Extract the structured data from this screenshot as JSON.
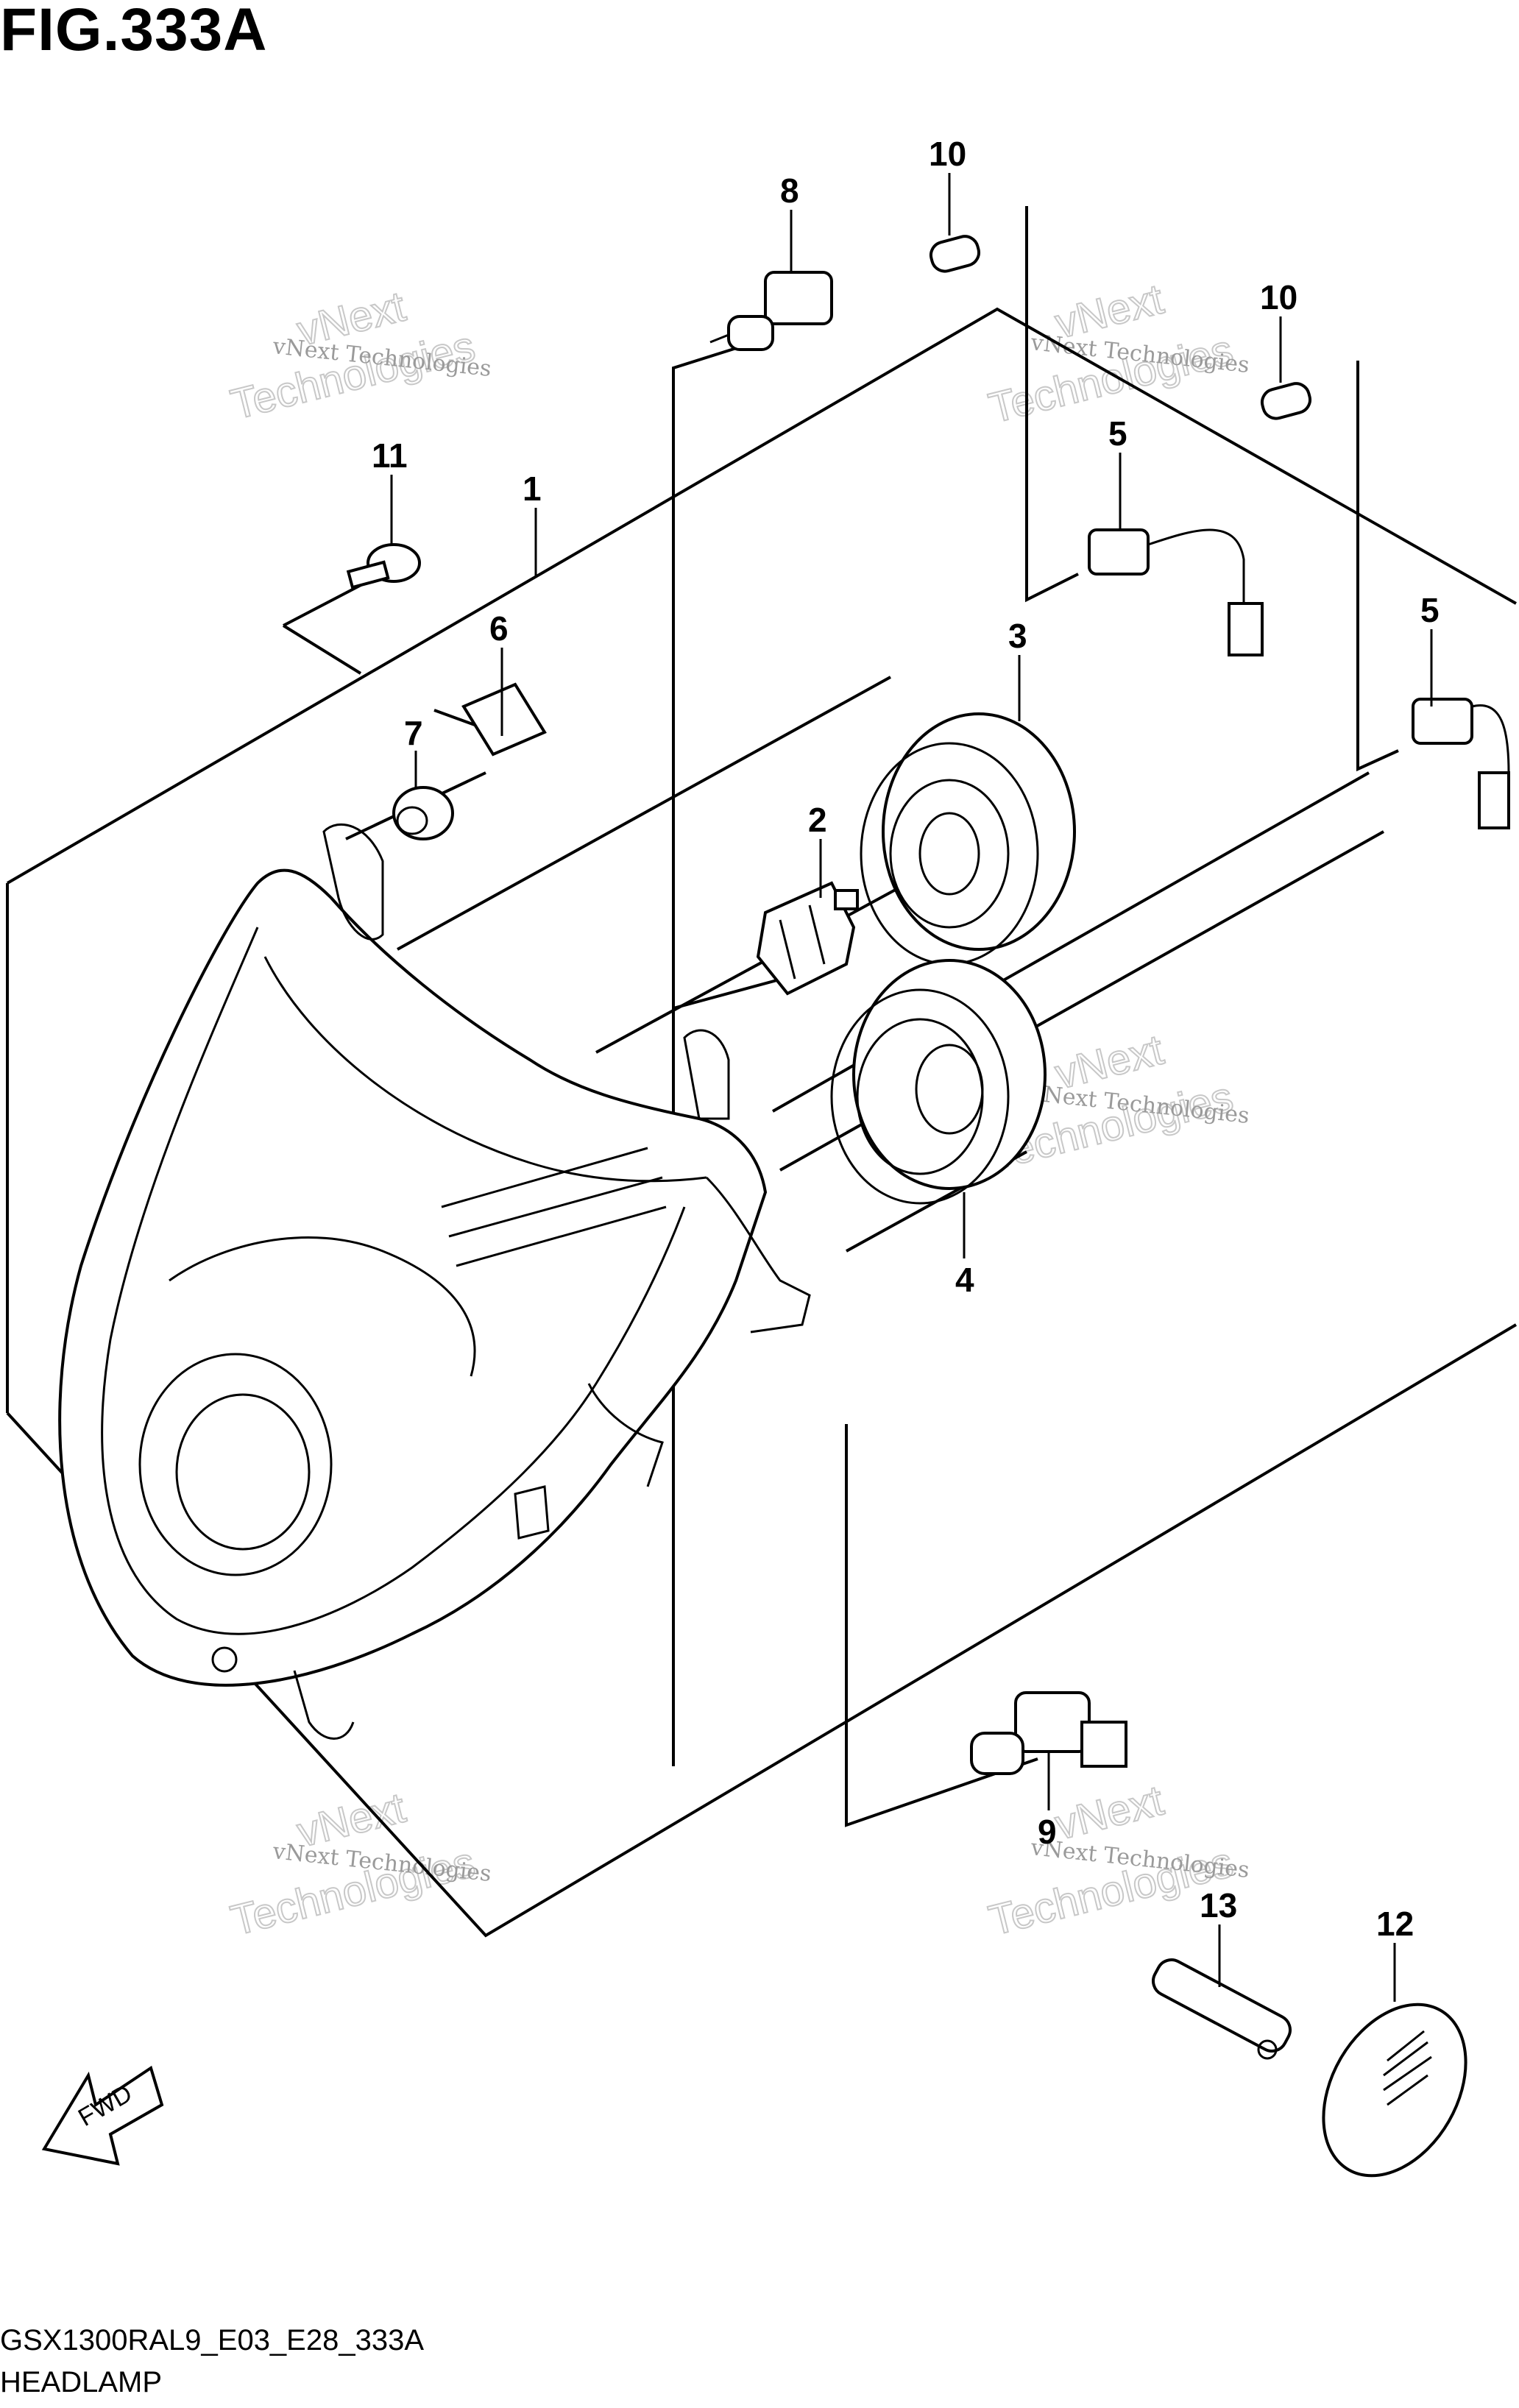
{
  "figure": {
    "title": "FIG.333A"
  },
  "footer": {
    "code": "GSX1300RAL9_E03_E28_333A",
    "name": "HEADLAMP"
  },
  "fwd_arrow": {
    "label": "FWD"
  },
  "watermark": {
    "line1": "vNext Technologies",
    "line2": "vNext",
    "line3": "Technologies"
  },
  "callouts": [
    "1",
    "2",
    "3",
    "4",
    "5",
    "5",
    "6",
    "7",
    "8",
    "9",
    "10",
    "10",
    "11",
    "12",
    "13"
  ]
}
